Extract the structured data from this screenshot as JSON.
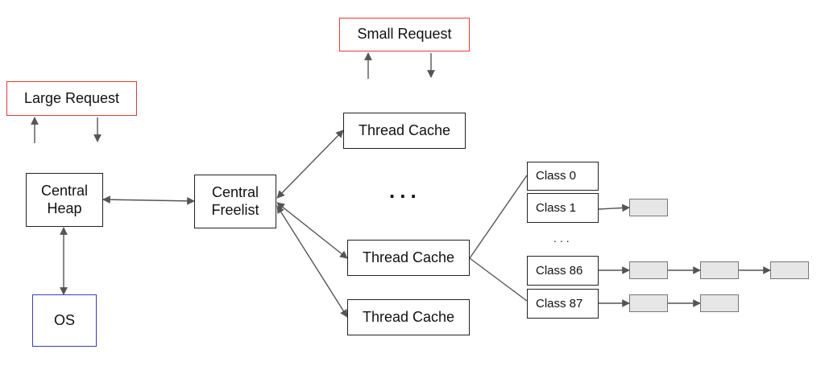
{
  "requests": {
    "large": "Large Request",
    "small": "Small Request"
  },
  "central_heap": "Central\nHeap",
  "os": "OS",
  "central_freelist": "Central\nFreelist",
  "thread_caches": [
    "Thread Cache",
    "Thread Cache",
    "Thread Cache"
  ],
  "ellipsis_threads": "...",
  "ellipsis_classes": "...",
  "size_classes": [
    {
      "label": "Class 0",
      "chunks": 0
    },
    {
      "label": "Class 1",
      "chunks": 1
    },
    {
      "label": "Class 86",
      "chunks": 3
    },
    {
      "label": "Class 87",
      "chunks": 2
    }
  ],
  "colors": {
    "request_border": "#e23b3b",
    "os_border": "#3a3acb",
    "chunk_fill": "#e6e6e6",
    "line": "#555555"
  }
}
